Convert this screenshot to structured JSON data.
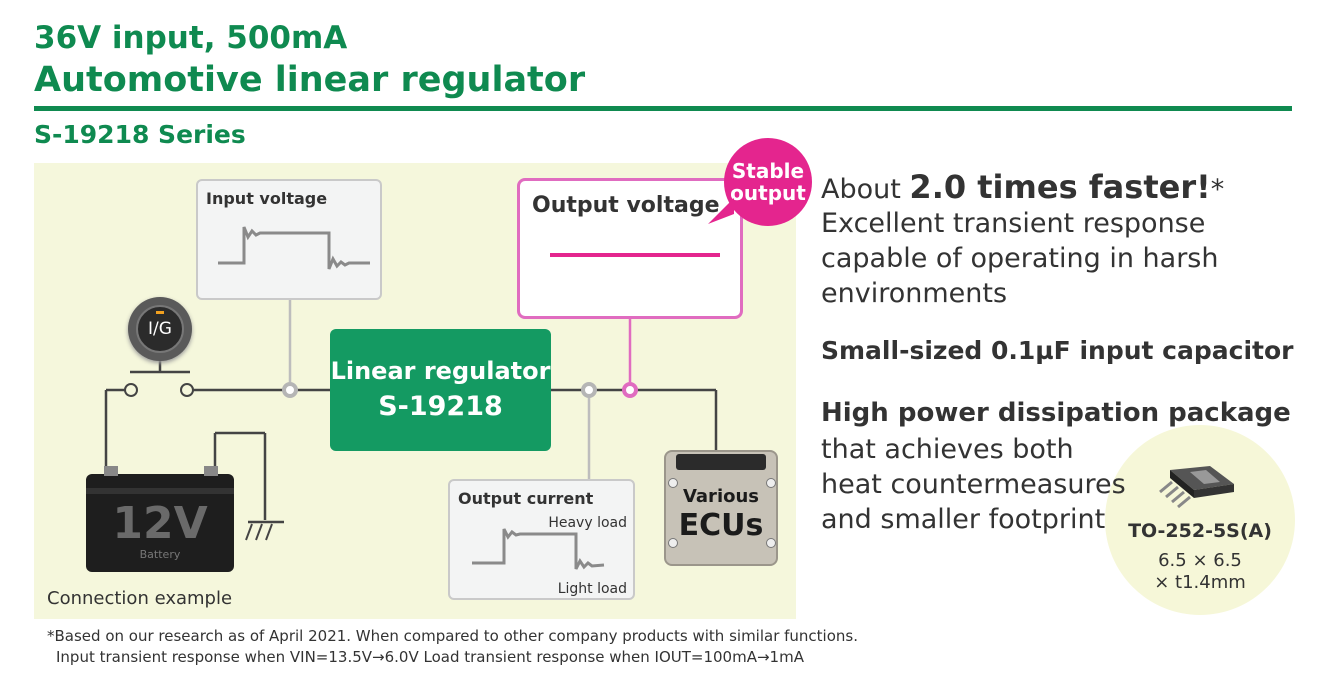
{
  "header": {
    "line1": "36V input, 500mA",
    "line2": "Automotive linear regulator",
    "series": "S-19218 Series"
  },
  "diagram": {
    "input_voltage_label": "Input voltage",
    "output_voltage_label": "Output voltage",
    "stable_badge": [
      "Stable",
      "output"
    ],
    "ig_label": "I/G",
    "regulator_line1": "Linear regulator",
    "regulator_line2": "S-19218",
    "battery_voltage": "12V",
    "battery_label": "Battery",
    "output_current_label": "Output current",
    "heavy_load": "Heavy load",
    "light_load": "Light load",
    "ecu_line1": "Various",
    "ecu_line2": "ECUs",
    "caption": "Connection example"
  },
  "features": {
    "headline_prefix": "About",
    "headline_bold": "2.0 times faster!",
    "headline_mark": "*",
    "lines": [
      "Excellent transient response",
      "capable of operating in harsh",
      "environments"
    ],
    "cap_title": "Small-sized 0.1µF input capacitor",
    "pkg_title": "High power dissipation package",
    "pkg_lines": [
      "that achieves both",
      "heat countermeasures",
      "and smaller footprint"
    ]
  },
  "package": {
    "name": "TO-252-5S(A)",
    "size_line1": "6.5 × 6.5",
    "size_line2": "× t1.4mm"
  },
  "footnote": {
    "line1": "*Based on our research as of April 2021. When compared to other company products with similar functions.",
    "line2": "Input transient response when VIN=13.5V→6.0V  Load transient response when IOUT=100mA→1mA"
  },
  "colors": {
    "green": "#0f8a50",
    "reg_green": "#149a62",
    "pink": "#e4258e",
    "panel": "#f5f7dc"
  }
}
